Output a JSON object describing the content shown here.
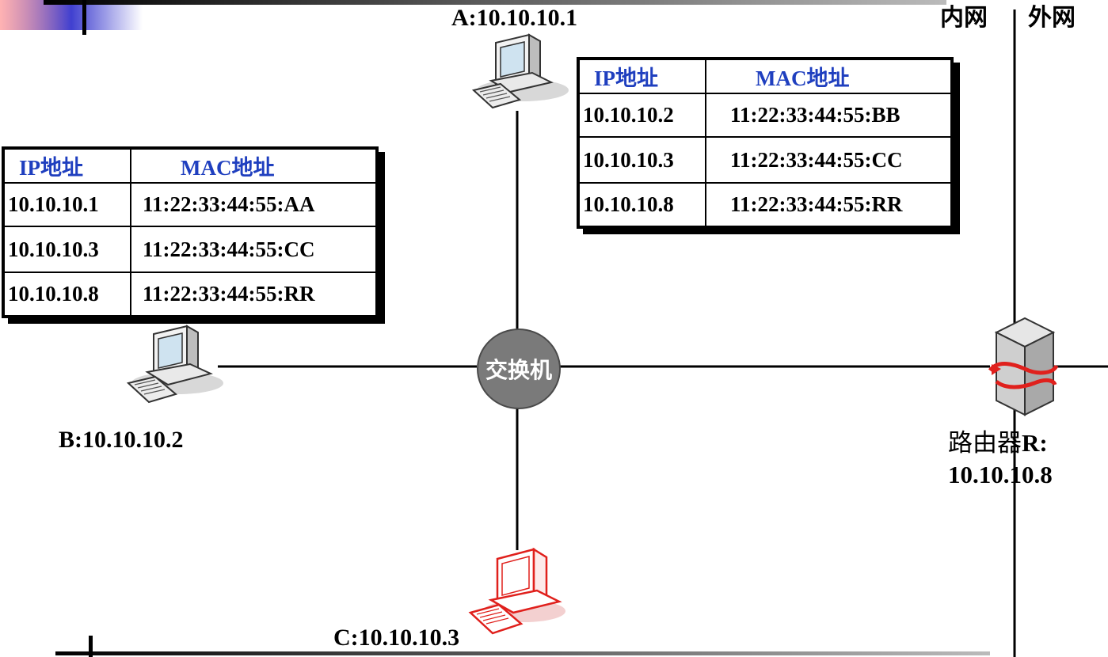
{
  "hosts": {
    "a": {
      "label": "A:10.10.10.1"
    },
    "b": {
      "label": "B:10.10.10.2"
    },
    "c": {
      "label": "C:10.10.10.3"
    }
  },
  "router": {
    "name_cn": "路由器",
    "name_suffix": "R:",
    "ip": "10.10.10.8"
  },
  "switch": {
    "label": "交换机"
  },
  "zones": {
    "inner": "内网",
    "outer": "外网"
  },
  "arp_tables": {
    "headers": {
      "ip": "IP地址",
      "mac": "MAC地址"
    },
    "table_a": [
      {
        "ip": "10.10.10.2",
        "mac": "11:22:33:44:55:BB"
      },
      {
        "ip": "10.10.10.3",
        "mac": "11:22:33:44:55:CC"
      },
      {
        "ip": "10.10.10.8",
        "mac": "11:22:33:44:55:RR"
      }
    ],
    "table_b": [
      {
        "ip": "10.10.10.1",
        "mac": "11:22:33:44:55:AA"
      },
      {
        "ip": "10.10.10.3",
        "mac": "11:22:33:44:55:CC"
      },
      {
        "ip": "10.10.10.8",
        "mac": "11:22:33:44:55:RR"
      }
    ]
  },
  "colors": {
    "header_text": "#1f3fbf",
    "host_c": "#e0201c",
    "switch": "#7a7a7a"
  },
  "icons": [
    "computer-icon",
    "router-icon"
  ]
}
